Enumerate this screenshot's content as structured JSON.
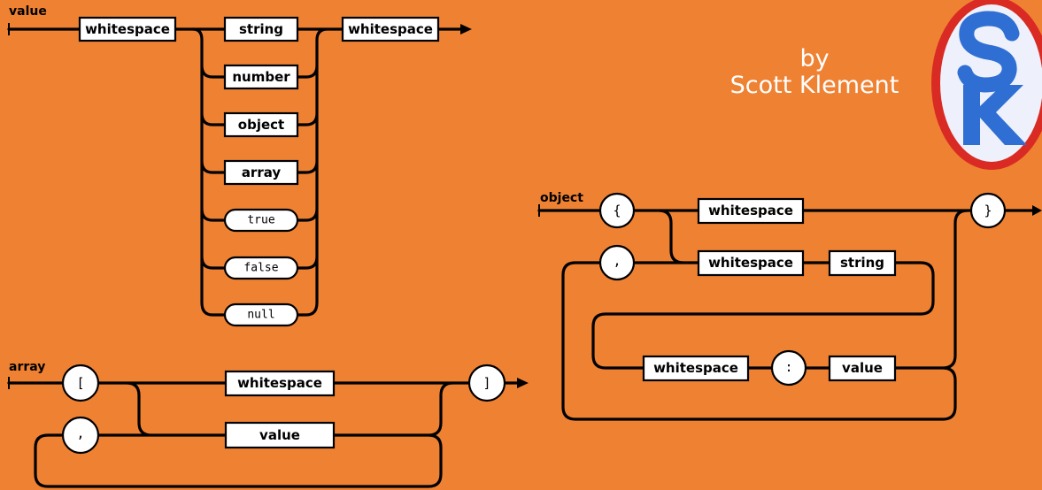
{
  "byline": {
    "prefix": "by",
    "author": "Scott Klement"
  },
  "logo": {
    "letters": "SK",
    "colors": {
      "ring": "#d92a23",
      "fill": "#eef1fb",
      "letters": "#2f6fd4"
    }
  },
  "value_diagram": {
    "title": "value",
    "lead": "whitespace",
    "trail": "whitespace",
    "choices": [
      "string",
      "number",
      "object",
      "array"
    ],
    "literals": [
      "true",
      "false",
      "null"
    ]
  },
  "array_diagram": {
    "title": "array",
    "open": "[",
    "close": "]",
    "separator": ",",
    "empty_body": "whitespace",
    "item": "value"
  },
  "object_diagram": {
    "title": "object",
    "open": "{",
    "close": "}",
    "separator": ",",
    "empty_body": "whitespace",
    "key_ws": "whitespace",
    "key": "string",
    "val_ws": "whitespace",
    "colon": ":",
    "value": "value"
  },
  "colors": {
    "background": "#ef8133",
    "rail": "#000000",
    "box": "#ffffff"
  }
}
